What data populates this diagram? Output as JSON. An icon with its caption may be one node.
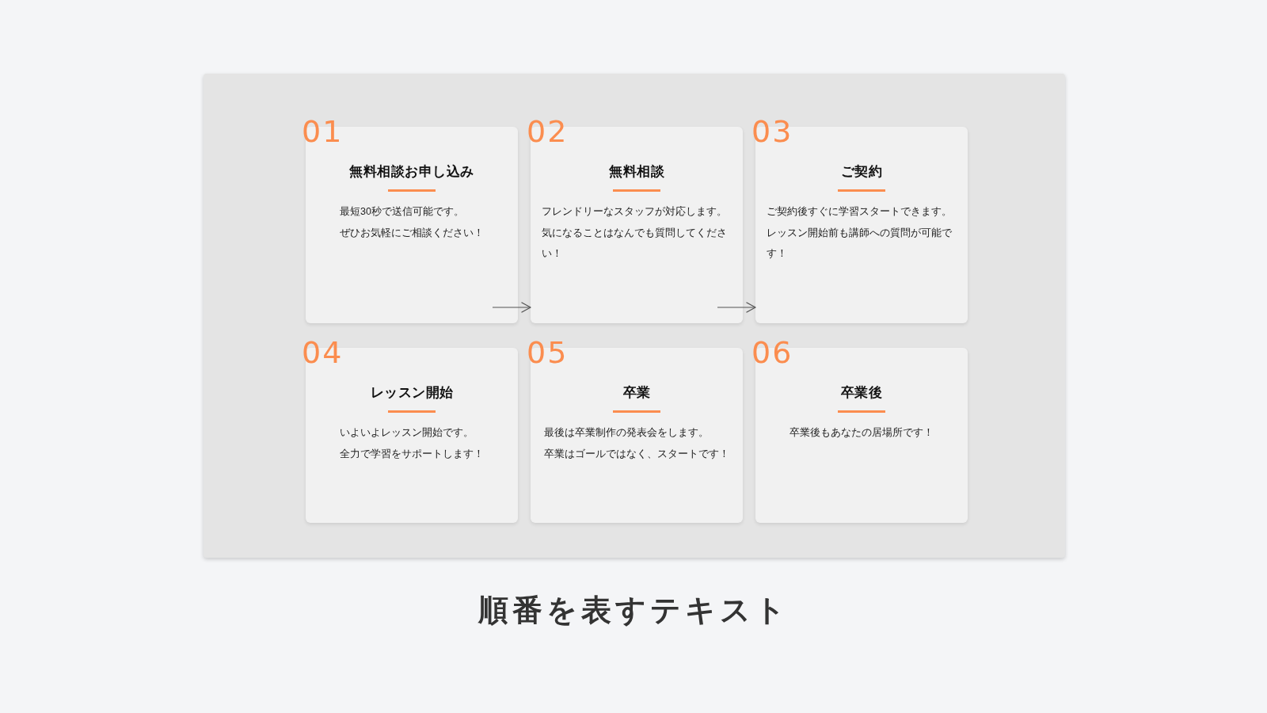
{
  "diagram": {
    "caption": "順番を表すテキスト",
    "nodes": [
      {
        "text": [
          "01",
          "無料相談お申し込み",
          "最短30秒で送信可能です。",
          "ぜひお気軽にご相談ください！"
        ]
      },
      {
        "text": [
          "02",
          "無料相談",
          "フレンドリーなスタッフが対応します。",
          "気になることはなんでも質問してください！"
        ]
      },
      {
        "text": [
          "03",
          "ご契約",
          "ご契約後すぐに学習スタートできます。",
          "レッスン開始前も講師への質問が可能です！"
        ]
      },
      {
        "text": [
          "04",
          "レッスン開始",
          "いよいよレッスン開始です。",
          "全力で学習をサポートします！"
        ]
      },
      {
        "text": [
          "05",
          "卒業",
          "最後は卒業制作の発表会をします。",
          "卒業はゴールではなく、スタートです！"
        ]
      },
      {
        "text": [
          "06",
          "卒業後",
          "卒業後もあなたの居場所です！"
        ]
      }
    ],
    "edges": [
      {
        "from": 0,
        "to": 1,
        "arrow": "to"
      },
      {
        "from": 1,
        "to": 2,
        "arrow": "to"
      }
    ]
  }
}
